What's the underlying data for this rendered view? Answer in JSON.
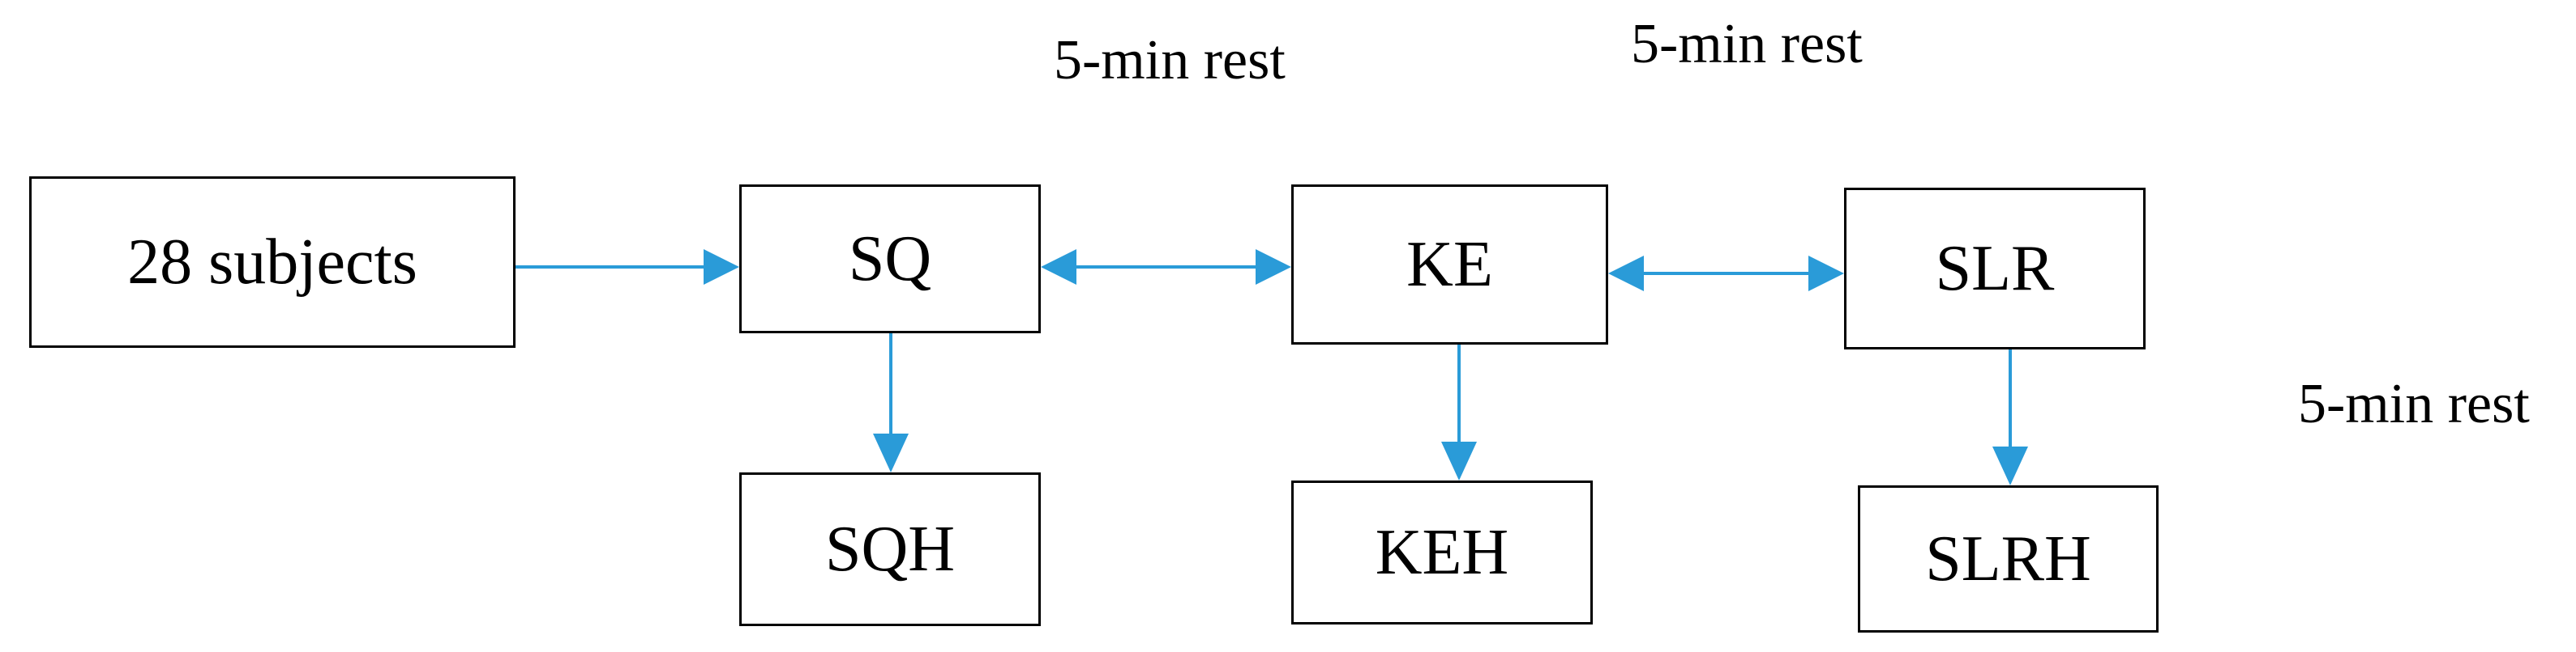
{
  "nodes": {
    "subjects": "28 subjects",
    "sq": "SQ",
    "ke": "KE",
    "slr": "SLR",
    "sqh": "SQH",
    "keh": "KEH",
    "slrh": "SLRH"
  },
  "rest_labels": {
    "sq_ke": "5-min rest",
    "ke_slr": "5-min rest",
    "slr_slrh": "5-min rest"
  },
  "colors": {
    "arrow": "#2a9bd8",
    "box_border": "#000000"
  }
}
